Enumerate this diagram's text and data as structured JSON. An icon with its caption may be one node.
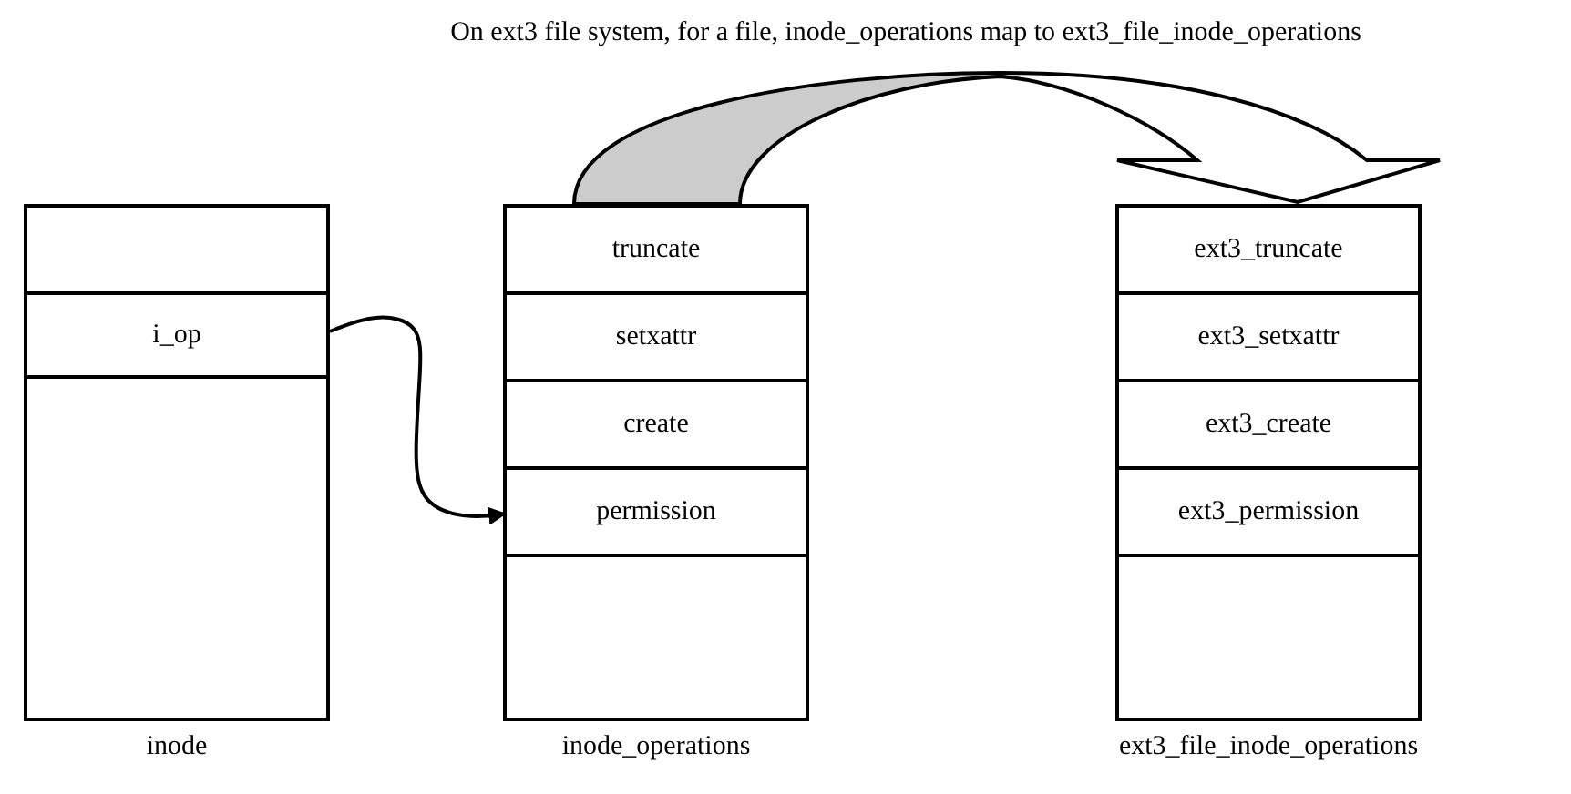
{
  "diagram": {
    "title": "On ext3 file system, for a file, inode_operations map to ext3_file_inode_operations",
    "nodes": [
      {
        "text": [],
        "shape": "box",
        "beside": [
          "inode"
        ]
      },
      {
        "text": [
          "i_op"
        ],
        "in": 0
      },
      {
        "text": [],
        "shape": "box",
        "beside": [
          "inode_operations"
        ]
      },
      {
        "text": [
          "truncate"
        ],
        "in": 2
      },
      {
        "text": [
          "setxattr"
        ],
        "in": 2
      },
      {
        "text": [
          "create"
        ],
        "in": 2
      },
      {
        "text": [
          "permission"
        ],
        "in": 2
      },
      {
        "text": [],
        "shape": "box",
        "beside": [
          "ext3_file_inode_operations"
        ]
      },
      {
        "text": [
          "ext3_truncate"
        ],
        "in": 7
      },
      {
        "text": [
          "ext3_setxattr"
        ],
        "in": 7
      },
      {
        "text": [
          "ext3_create"
        ],
        "in": 7
      },
      {
        "text": [
          "ext3_permission"
        ],
        "in": 7
      }
    ],
    "edges": [
      {
        "from": 1,
        "to": 6,
        "arrow": "to"
      },
      {
        "from": 2,
        "to": 7,
        "arrow": "to",
        "style": "thick",
        "color": "#cccccc"
      }
    ]
  }
}
